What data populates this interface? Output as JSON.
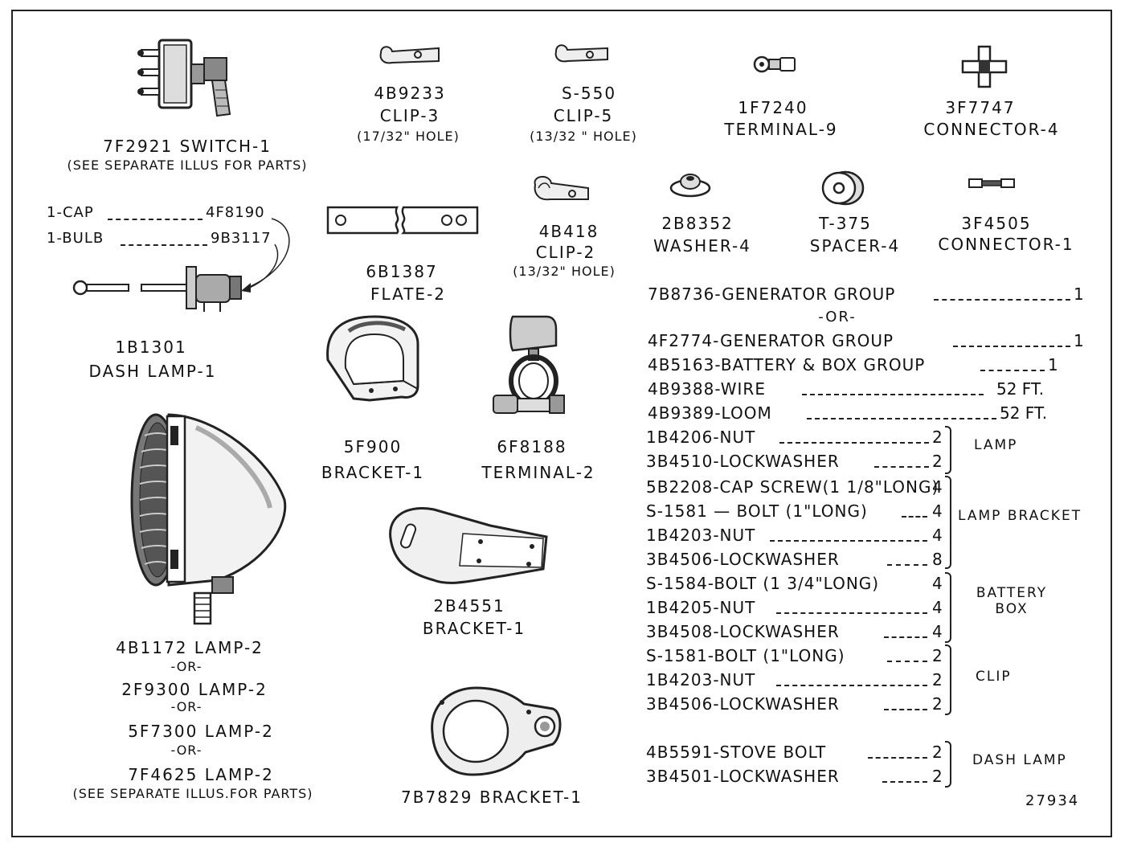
{
  "parts": {
    "switch": {
      "label": "7F2921 SWITCH-1",
      "note": "(SEE SEPARATE ILLUS FOR PARTS)",
      "icon": "toggle-switch-icon"
    },
    "clip3": {
      "number": "4B9233",
      "name": "CLIP-3",
      "hole": "(17/32\" HOLE)",
      "icon": "clip-icon"
    },
    "clip5": {
      "number": "S-550",
      "name": "CLIP-5",
      "hole": "(13/32 \" HOLE)",
      "icon": "clip-icon"
    },
    "terminal9": {
      "number": "1F7240",
      "name": "TERMINAL-9",
      "icon": "terminal-icon"
    },
    "connector4": {
      "number": "3F7747",
      "name": "CONNECTOR-4",
      "icon": "cross-connector-icon"
    },
    "cap": {
      "label": "1-CAP",
      "number": "4F8190"
    },
    "bulb": {
      "label": "1-BULB",
      "number": "9B3117"
    },
    "plate": {
      "number": "6B1387",
      "name": "FLATE-2",
      "icon": "plate-icon"
    },
    "clip2": {
      "number": "4B418",
      "name": "CLIP-2",
      "hole": "(13/32\" HOLE)",
      "icon": "clip-icon"
    },
    "washer": {
      "number": "2B8352",
      "name": "WASHER-4",
      "icon": "washer-icon"
    },
    "spacer": {
      "number": "T-375",
      "name": "SPACER-4",
      "icon": "spacer-icon"
    },
    "connector1": {
      "number": "3F4505",
      "name": "CONNECTOR-1",
      "icon": "inline-connector-icon"
    },
    "dashlamp": {
      "number": "1B1301",
      "name": "DASH LAMP-1",
      "icon": "dash-lamp-icon"
    },
    "bracket5f900": {
      "number": "5F900",
      "name": "BRACKET-1",
      "icon": "bracket-icon"
    },
    "terminal2": {
      "number": "6F8188",
      "name": "TERMINAL-2",
      "icon": "battery-terminal-icon"
    },
    "bracket2b4551": {
      "number": "2B4551",
      "name": "BRACKET-1",
      "icon": "bracket-icon"
    },
    "bracket7b7829": {
      "label": "7B7829 BRACKET-1",
      "icon": "ring-bracket-icon"
    },
    "lamp": {
      "icon": "headlamp-icon",
      "lines": [
        "4B1172 LAMP-2",
        "-OR-",
        "2F9300 LAMP-2",
        "-OR-",
        "5F7300 LAMP-2",
        "-OR-",
        "7F4625 LAMP-2",
        "(SEE SEPARATE ILLUS.FOR PARTS)"
      ]
    }
  },
  "groups": {
    "gen1": {
      "text": "7B8736-GENERATOR GROUP",
      "qty": "1"
    },
    "or": "-OR-",
    "gen2": {
      "text": "4F2774-GENERATOR GROUP",
      "qty": "1"
    },
    "battery": {
      "text": "4B5163-BATTERY & BOX GROUP",
      "qty": "1"
    },
    "wire": {
      "text": "4B9388-WIRE",
      "qty": "52 FT."
    },
    "loom": {
      "text": "4B9389-LOOM",
      "qty": "52 FT."
    }
  },
  "hardware": [
    {
      "group": "LAMP",
      "rows": [
        {
          "text": "1B4206-NUT",
          "qty": "2"
        },
        {
          "text": "3B4510-LOCKWASHER",
          "qty": "2"
        }
      ]
    },
    {
      "group": "LAMP BRACKET",
      "rows": [
        {
          "text": "5B2208-CAP SCREW(1 1/8\"LONG)",
          "qty": "4"
        },
        {
          "text": "S-1581 — BOLT (1\"LONG)",
          "qty": "4"
        },
        {
          "text": "1B4203-NUT",
          "qty": "4"
        },
        {
          "text": "3B4506-LOCKWASHER",
          "qty": "8"
        }
      ]
    },
    {
      "group": "BATTERY BOX",
      "rows": [
        {
          "text": "S-1584-BOLT (1 3/4\"LONG)",
          "qty": "4"
        },
        {
          "text": "1B4205-NUT",
          "qty": "4"
        },
        {
          "text": "3B4508-LOCKWASHER",
          "qty": "4"
        }
      ]
    },
    {
      "group": "CLIP",
      "rows": [
        {
          "text": "S-1581-BOLT (1\"LONG)",
          "qty": "2"
        },
        {
          "text": "1B4203-NUT",
          "qty": "2"
        },
        {
          "text": "3B4506-LOCKWASHER",
          "qty": "2"
        }
      ]
    },
    {
      "group": "DASH LAMP",
      "rows": [
        {
          "text": "4B5591-STOVE BOLT",
          "qty": "2"
        },
        {
          "text": "3B4501-LOCKWASHER",
          "qty": "2"
        }
      ]
    }
  ],
  "reference": "27934"
}
